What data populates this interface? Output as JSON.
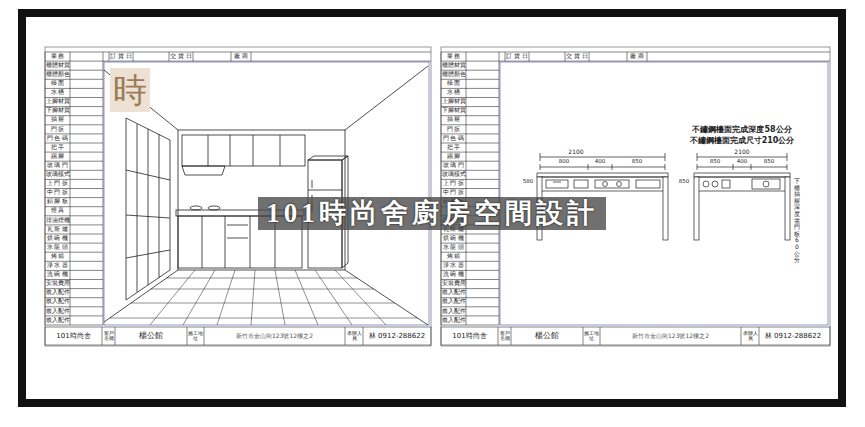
{
  "diagram": {
    "nodes": [
      {
        "text": [
          "101時尚舍廚房空間設計"
        ]
      }
    ],
    "labels": [
      "業 務",
      "櫃體材質",
      "櫃體顏色",
      "檯 面",
      "水 槽",
      "上腳材質",
      "下腳材質",
      "抽 屜",
      "門 扳",
      "門 色 碼",
      "把 手",
      "踢 腳",
      "玻 璃 門",
      "玻璃樣式",
      "上 門 扳",
      "中 門 扳",
      "鋁 腳 板",
      "燈 具",
      "排油煙機",
      "瓦 斯 爐",
      "烘 碗 機",
      "水 龍 頭",
      "烤 箱",
      "淨 水 器",
      "洗 碗 機",
      "安裝費用",
      "嵌入配件",
      "嵌入配件",
      "嵌入配件",
      "嵌入配件",
      "訂 貨 日",
      "交 貨 日",
      "廠 商",
      "101時尚舍",
      "客戶名稱",
      "楊公館",
      "施工地址",
      "新竹市金山街123號12樓之2",
      "承辦人員",
      "林 0912-288622",
      "時",
      "業 務",
      "櫃體材質",
      "櫃體顏色",
      "檯 面",
      "水 槽",
      "上腳材質",
      "下腳材質",
      "抽 屜",
      "門 扳",
      "門 色 碼",
      "把 手",
      "踢 腳",
      "玻 璃 門",
      "玻璃樣式",
      "上 門 扳",
      "中 門 扳",
      "鋁 腳 板",
      "燈 具",
      "排油煙機",
      "瓦 斯 爐",
      "烘 碗 機",
      "水 龍 頭",
      "烤 箱",
      "淨 水 器",
      "洗 碗 機",
      "安裝費用",
      "嵌入配件",
      "嵌入配件",
      "嵌入配件",
      "嵌入配件",
      "訂 貨 日",
      "交 貨 日",
      "廠 商",
      "101時尚舍",
      "客戶名稱",
      "楊公館",
      "施工地址",
      "新竹市金山街123號12樓之2",
      "承辦人員",
      "林 0912-288622",
      "不鏽鋼檯面完成深度58公分",
      "不鏽鋼檯面完成尺寸210公分",
      "2100",
      "800",
      "400",
      "850",
      "580",
      "2100",
      "850",
      "400",
      "850",
      "850",
      "下櫃抽屜深度需門板60公分"
    ]
  }
}
